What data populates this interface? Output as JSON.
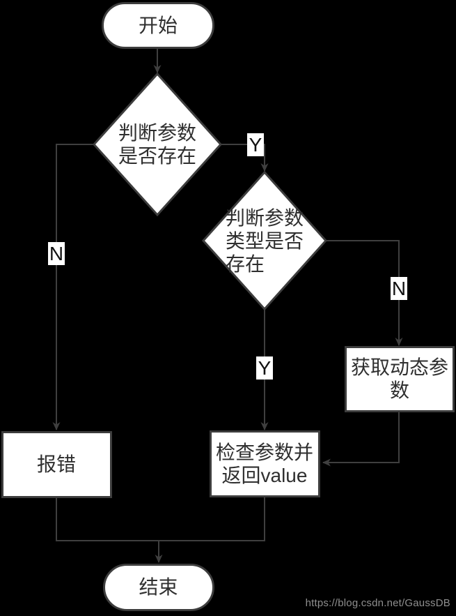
{
  "diagram": {
    "type": "flowchart",
    "background": "#000000",
    "colors": {
      "node_fill": "#ffffff",
      "node_border": "#3d3d3d",
      "edge": "#3f3f3f",
      "text": "#2f2f2f",
      "branch_label_bg": "#ffffff",
      "watermark_text": "#8f8f8f"
    },
    "nodes": {
      "start": {
        "type": "terminator",
        "label": "开始"
      },
      "decision_param_exists": {
        "type": "decision",
        "label": "判断参数\n是否存在"
      },
      "decision_param_type": {
        "type": "decision",
        "label": "判断参数\n类型是否\n存在"
      },
      "get_dynamic_param": {
        "type": "process",
        "label": "获取动态参\n数"
      },
      "check_return_value": {
        "type": "process",
        "label": "检查参数并\n返回value"
      },
      "report_error": {
        "type": "process",
        "label": "报错"
      },
      "end": {
        "type": "terminator",
        "label": "结束"
      }
    },
    "branch_labels": {
      "yes_param_exists": "Y",
      "no_param_exists": "N",
      "no_param_type": "N",
      "yes_param_type": "Y"
    },
    "edges": [
      {
        "from": "start",
        "to": "decision_param_exists"
      },
      {
        "from": "decision_param_exists",
        "to": "decision_param_type",
        "label": "Y"
      },
      {
        "from": "decision_param_exists",
        "to": "report_error",
        "label": "N"
      },
      {
        "from": "decision_param_type",
        "to": "get_dynamic_param",
        "label": "N"
      },
      {
        "from": "decision_param_type",
        "to": "check_return_value",
        "label": "Y"
      },
      {
        "from": "get_dynamic_param",
        "to": "check_return_value"
      },
      {
        "from": "report_error",
        "to": "end"
      },
      {
        "from": "check_return_value",
        "to": "end"
      }
    ]
  },
  "watermark": "https://blog.csdn.net/GaussDB"
}
